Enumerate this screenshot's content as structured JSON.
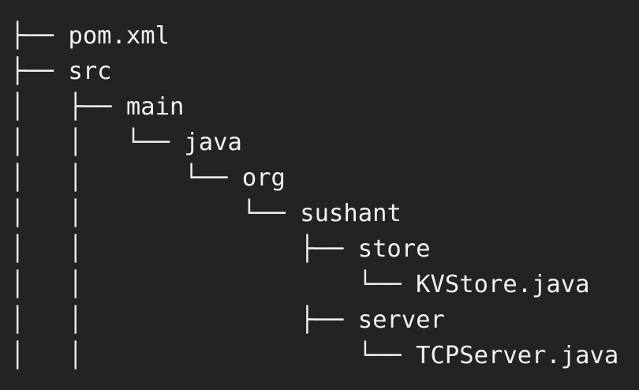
{
  "colors": {
    "background": "#232326",
    "text": "#f2f2f2"
  },
  "tree": {
    "lines": [
      {
        "prefix": "├── ",
        "name": "pom.xml"
      },
      {
        "prefix": "├── ",
        "name": "src"
      },
      {
        "prefix": "│   ├── ",
        "name": "main"
      },
      {
        "prefix": "│   │   └── ",
        "name": "java"
      },
      {
        "prefix": "│   │       └── ",
        "name": "org"
      },
      {
        "prefix": "│   │           └── ",
        "name": "sushant"
      },
      {
        "prefix": "│   │               ├── ",
        "name": "store"
      },
      {
        "prefix": "│   │                   └── ",
        "name": "KVStore.java"
      },
      {
        "prefix": "│   │               ├── ",
        "name": "server"
      },
      {
        "prefix": "│   │                   └── ",
        "name": "TCPServer.java"
      }
    ]
  }
}
